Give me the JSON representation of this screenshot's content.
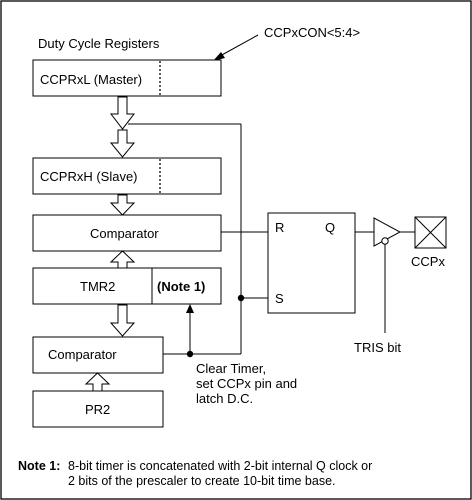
{
  "labels": {
    "duty_cycle_registers": "Duty Cycle Registers",
    "ccpxcon": "CCPxCON<5:4>",
    "ccprxl": "CCPRxL (Master)",
    "ccprxh": "CCPRxH (Slave)",
    "comparator_top": "Comparator",
    "tmr2": "TMR2",
    "note1_tag": "(Note 1)",
    "comparator_bottom": "Comparator",
    "pr2": "PR2",
    "flipflop_r": "R",
    "flipflop_q": "Q",
    "flipflop_s": "S",
    "ccpx_pin": "CCPx",
    "tris_bit": "TRIS bit",
    "clear_timer_line1": "Clear Timer,",
    "clear_timer_line2": "set CCPx pin and",
    "clear_timer_line3": "latch D.C."
  },
  "note": {
    "label": "Note 1:",
    "line1": "8-bit timer is concatenated with 2-bit internal Q clock or",
    "line2": "2 bits of the prescaler to create 10-bit time base."
  }
}
